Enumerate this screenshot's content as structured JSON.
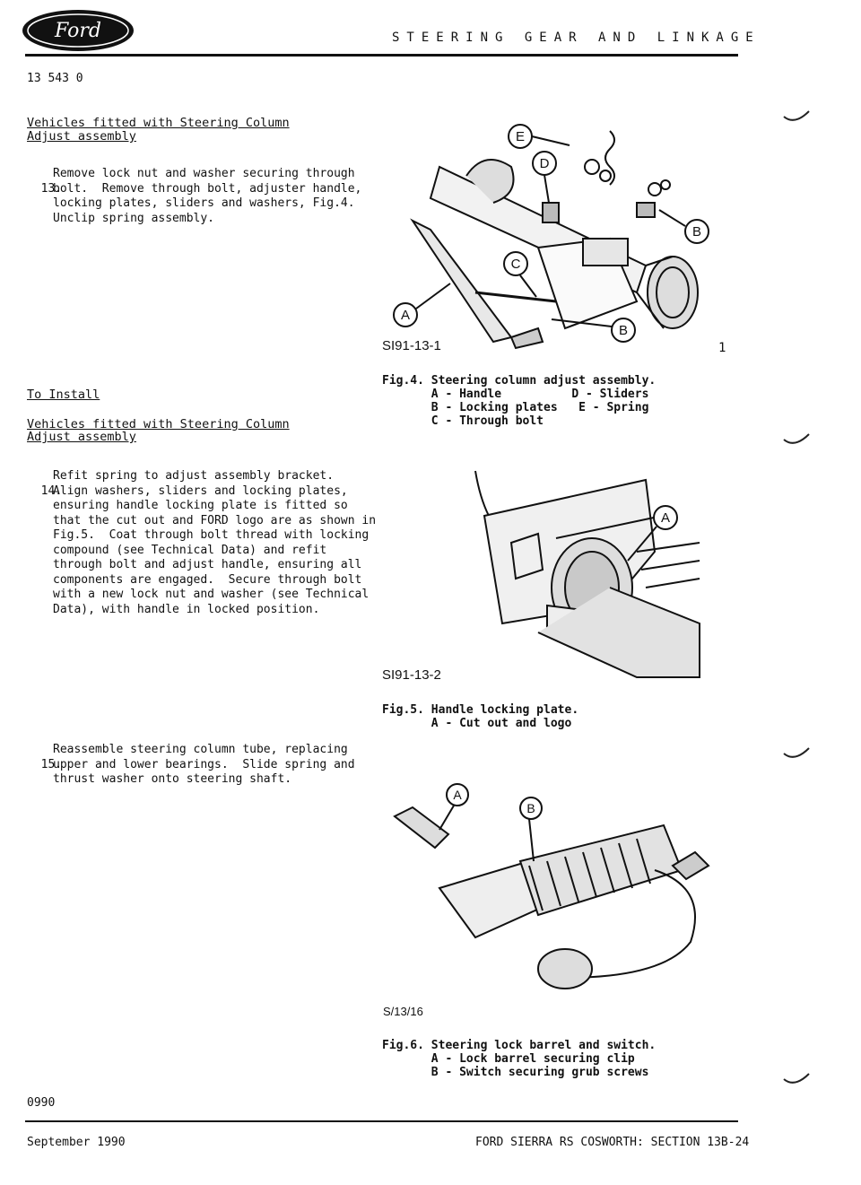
{
  "header": {
    "brand": "Ford",
    "title": "STEERING GEAR AND LINKAGE"
  },
  "doc_number": "13 543 0",
  "section1": {
    "heading_line1": "Vehicles fitted with Steering Column",
    "heading_line2": "Adjust assembly",
    "step_num": "13.",
    "step_text": "Remove lock nut and washer securing through\nbolt.  Remove through bolt, adjuster handle,\nlocking plates, sliders and washers, Fig.4.\nUnclip spring assembly."
  },
  "section2": {
    "install_heading": "To Install",
    "heading_line1": "Vehicles fitted with Steering Column",
    "heading_line2": "Adjust assembly",
    "step_num": "14.",
    "step_text": "Refit spring to adjust assembly bracket.\nAlign washers, sliders and locking plates,\nensuring handle locking plate is fitted so\nthat the cut out and FORD logo are as shown in\nFig.5.  Coat through bolt thread with locking\ncompound (see Technical Data) and refit\nthrough bolt and adjust handle, ensuring all\ncomponents are engaged.  Secure through bolt\nwith a new lock nut and washer (see Technical\nData), with handle in locked position."
  },
  "section3": {
    "step_num": "15.",
    "step_text": "Reassemble steering column tube, replacing\nupper and lower bearings.  Slide spring and\nthrust washer onto steering shaft."
  },
  "fig4": {
    "ref": "SI91-13-1",
    "page_mark": "1",
    "labels": [
      "E",
      "D",
      "B",
      "C",
      "A",
      "B"
    ],
    "caption": "Fig.4. Steering column adjust assembly.\n       A - Handle          D - Sliders\n       B - Locking plates   E - Spring\n       C - Through bolt"
  },
  "fig5": {
    "ref": "SI91-13-2",
    "labels": [
      "A"
    ],
    "caption": "Fig.5. Handle locking plate.\n       A - Cut out and logo"
  },
  "fig6": {
    "ref": "S/13/16",
    "labels": [
      "A",
      "B"
    ],
    "caption": "Fig.6. Steering lock barrel and switch.\n       A - Lock barrel securing clip\n       B - Switch securing grub screws"
  },
  "page_code": "0990",
  "footer": {
    "date": "September 1990",
    "section": "FORD SIERRA RS COSWORTH: SECTION 13B-24"
  }
}
